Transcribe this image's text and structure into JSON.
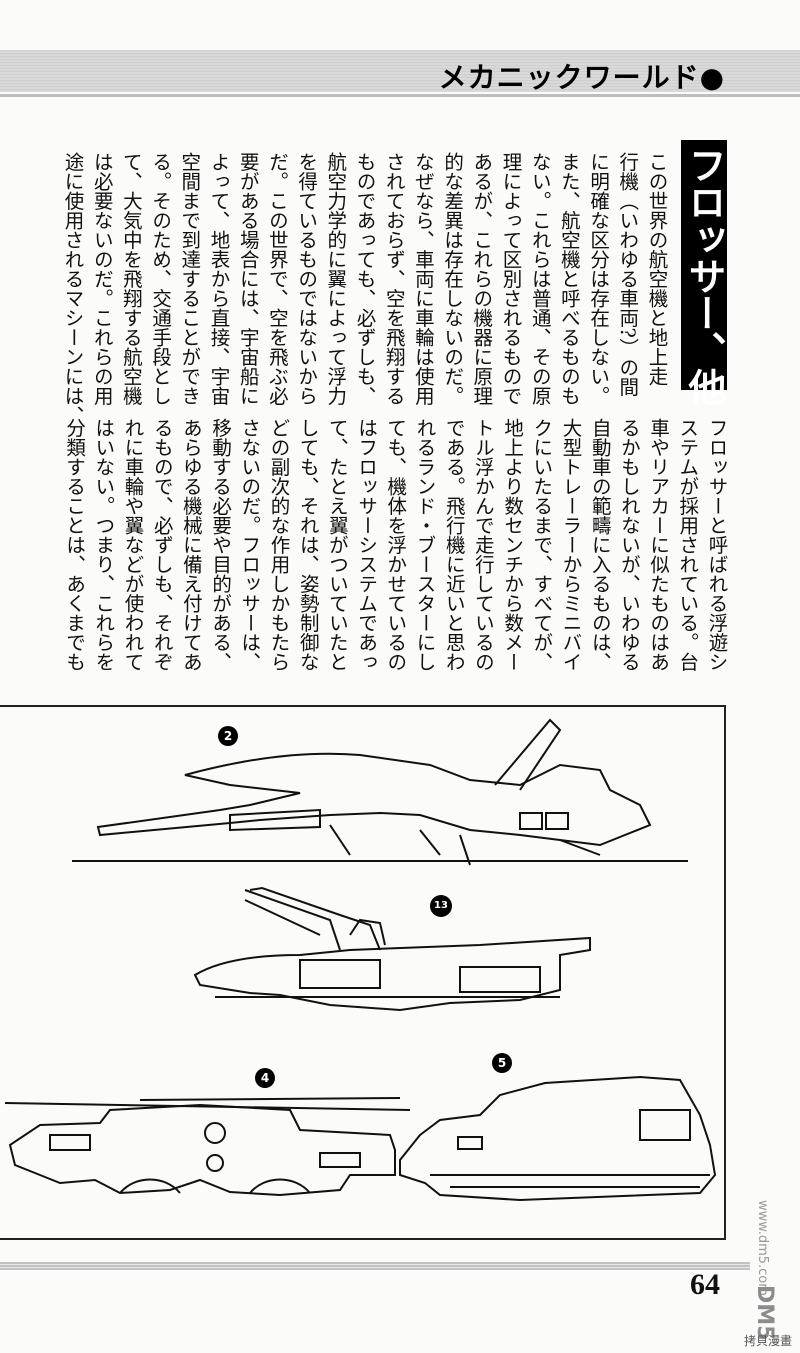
{
  "header": {
    "title": "メカニックワールド●"
  },
  "article": {
    "title": "フロッサー、他",
    "paragraphs_top": [
      "この世界の航空機と地上走",
      "行機（いわゆる車両?）の間",
      "に明確な区分は存在しない。",
      "また、航空機と呼べるものも",
      "ない。これらは普通、その原",
      "理によって区別されるもので",
      "あるが、これらの機器に原理",
      "的な差異は存在しないのだ。",
      "なぜなら、車両に車輪は使用",
      "されておらず、空を飛翔する",
      "ものであっても、必ずしも、",
      "航空力学的に翼によって浮力",
      "を得ているものではないから",
      "だ。この世界で、空を飛ぶ必",
      "要がある場合には、宇宙船に",
      "よって、地表から直接、宇宙",
      "空間まで到達することができ",
      "る。そのため、交通手段とし",
      "て、大気中を飛翔する航空機",
      "は必要ないのだ。これらの用",
      "途に使用されるマシーンには、"
    ],
    "paragraphs_bottom": [
      "フロッサーと呼ばれる浮遊シ",
      "ステムが採用されている。台",
      "車やリアカーに似たものはあ",
      "るかもしれないが、いわゆる",
      "自動車の範疇に入るものは、",
      "大型トレーラーからミニバイ",
      "クにいたるまで、すべてが、",
      "地上より数センチから数メー",
      "トル浮かんで走行しているの",
      "である。飛行機に近いと思わ",
      "れるランド・ブースターにし",
      "ても、機体を浮かせているの",
      "はフロッサーシステムであっ",
      "て、たとえ翼がついていたと",
      "しても、それは、姿勢制御な",
      "どの副次的な作用しかもたら",
      "さないのだ。フロッサーは、",
      "移動する必要や目的がある、",
      "あらゆる機械に備え付けてあ",
      "るもので、必ずしも、それぞ",
      "れに車輪や翼などが使われて",
      "はいない。つまり、これらを",
      "分類することは、あくまでも"
    ]
  },
  "figures": {
    "labels": [
      "2",
      "13",
      "4",
      "5"
    ]
  },
  "footer": {
    "page_number": "64"
  },
  "watermark": {
    "site": "www.dm5.com",
    "logo": "DM5",
    "corner": "拷貝漫畫"
  }
}
